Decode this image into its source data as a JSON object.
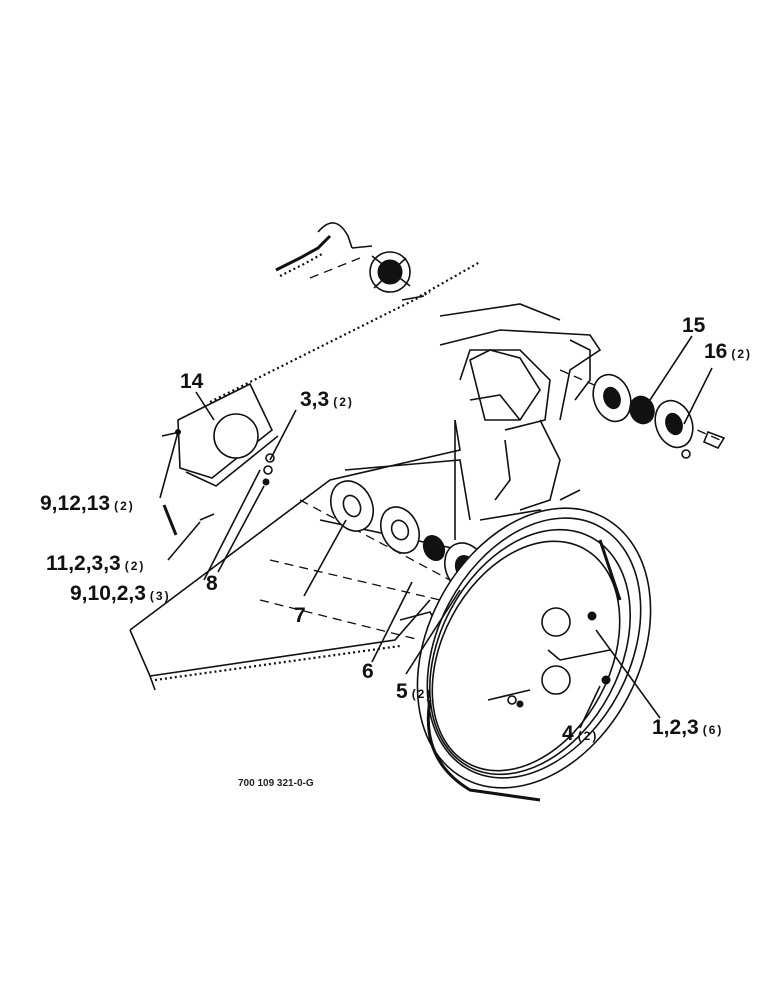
{
  "callouts": [
    {
      "id": "14",
      "text": "14",
      "sub": ""
    },
    {
      "id": "3-3-2",
      "text": "3,3",
      "sub": "(2)"
    },
    {
      "id": "9-12-13-2",
      "text": "9,12,13",
      "sub": "(2)"
    },
    {
      "id": "11-2-3-3-2",
      "text": "11,2,3,3",
      "sub": "(2)"
    },
    {
      "id": "9-10-2-3-3",
      "text": "9,10,2,3",
      "sub": "(3)"
    },
    {
      "id": "8",
      "text": "8",
      "sub": ""
    },
    {
      "id": "7",
      "text": "7",
      "sub": ""
    },
    {
      "id": "6",
      "text": "6",
      "sub": ""
    },
    {
      "id": "5-2",
      "text": "5",
      "sub": "(2)"
    },
    {
      "id": "4-2",
      "text": "4",
      "sub": "(2)"
    },
    {
      "id": "1-2-3-6",
      "text": "1,2,3",
      "sub": "(6)"
    },
    {
      "id": "15",
      "text": "15",
      "sub": ""
    },
    {
      "id": "16-2",
      "text": "16",
      "sub": "(2)"
    }
  ],
  "drawing_number": "700 109 321-0-G"
}
